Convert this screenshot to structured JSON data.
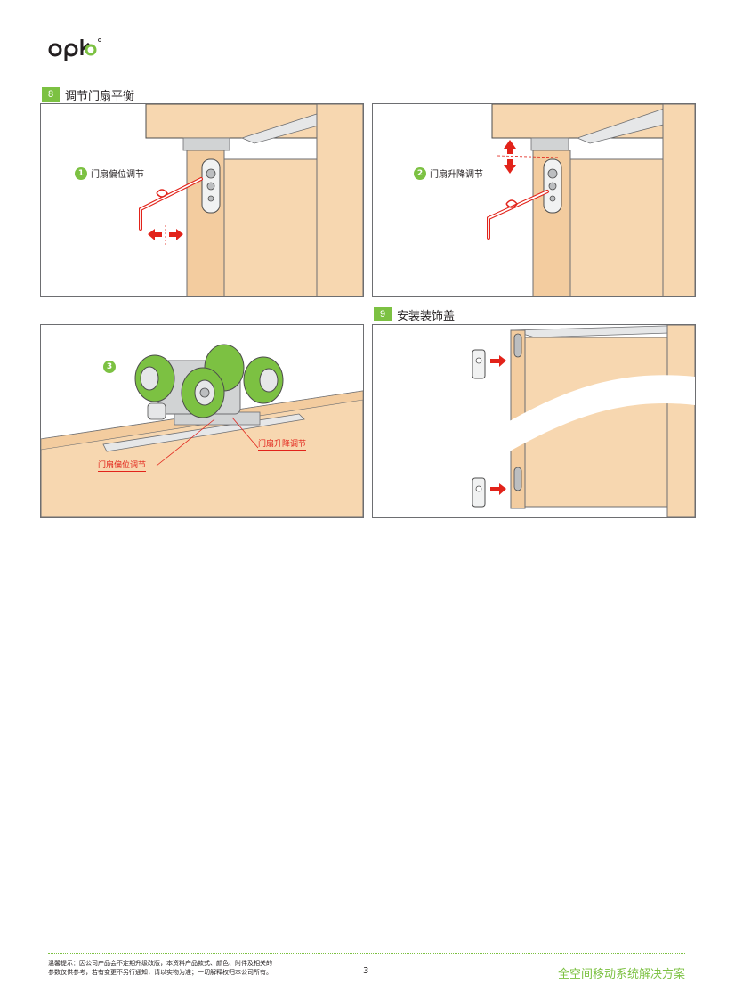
{
  "brand": {
    "logo_text": "opk"
  },
  "steps": [
    {
      "number": "8",
      "title": "调节门扇平衡"
    },
    {
      "number": "9",
      "title": "安装装饰盖"
    }
  ],
  "panel1": {
    "callout_number": "1",
    "callout_label": "门扇偏位调节"
  },
  "panel2": {
    "callout_number": "2",
    "callout_label": "门扇升降调节"
  },
  "panel3": {
    "callout_number": "3",
    "label_lift": "门扇升降调节",
    "label_offset": "门扇偏位调节"
  },
  "footer": {
    "note_line1": "温馨提示：因公司产品会不定期升级改版，本资料产品款式、颜色、附件及相关的",
    "note_line2": "参数仅供参考，若有变更不另行通知，请以实物为准；一切解释权归本公司所有。",
    "page_number": "3",
    "tagline": "全空间移动系统解决方案"
  },
  "colors": {
    "accent_green": "#7cc142",
    "arrow_red": "#e2231a",
    "wood": "#f7d7b0",
    "wood_dark": "#e9b98a"
  }
}
